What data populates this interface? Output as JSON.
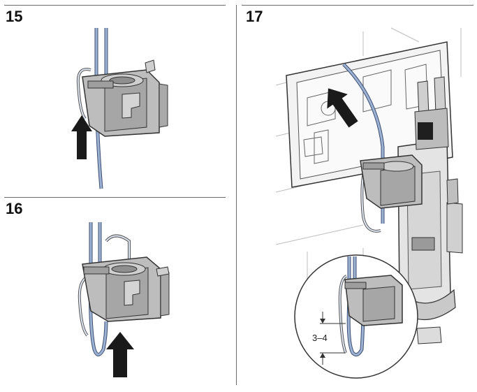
{
  "steps": [
    {
      "number": "15"
    },
    {
      "number": "16"
    },
    {
      "number": "17"
    }
  ],
  "detail": {
    "dimension": "3–4"
  },
  "colors": {
    "hose": "#9db2d3",
    "hose_outline": "#3c4f72",
    "housing": "#bdbdbd",
    "housing_dark": "#8f8f8f",
    "arrow": "#1a1a1a",
    "line": "#333333"
  },
  "icons": [
    "up-arrow-icon"
  ]
}
